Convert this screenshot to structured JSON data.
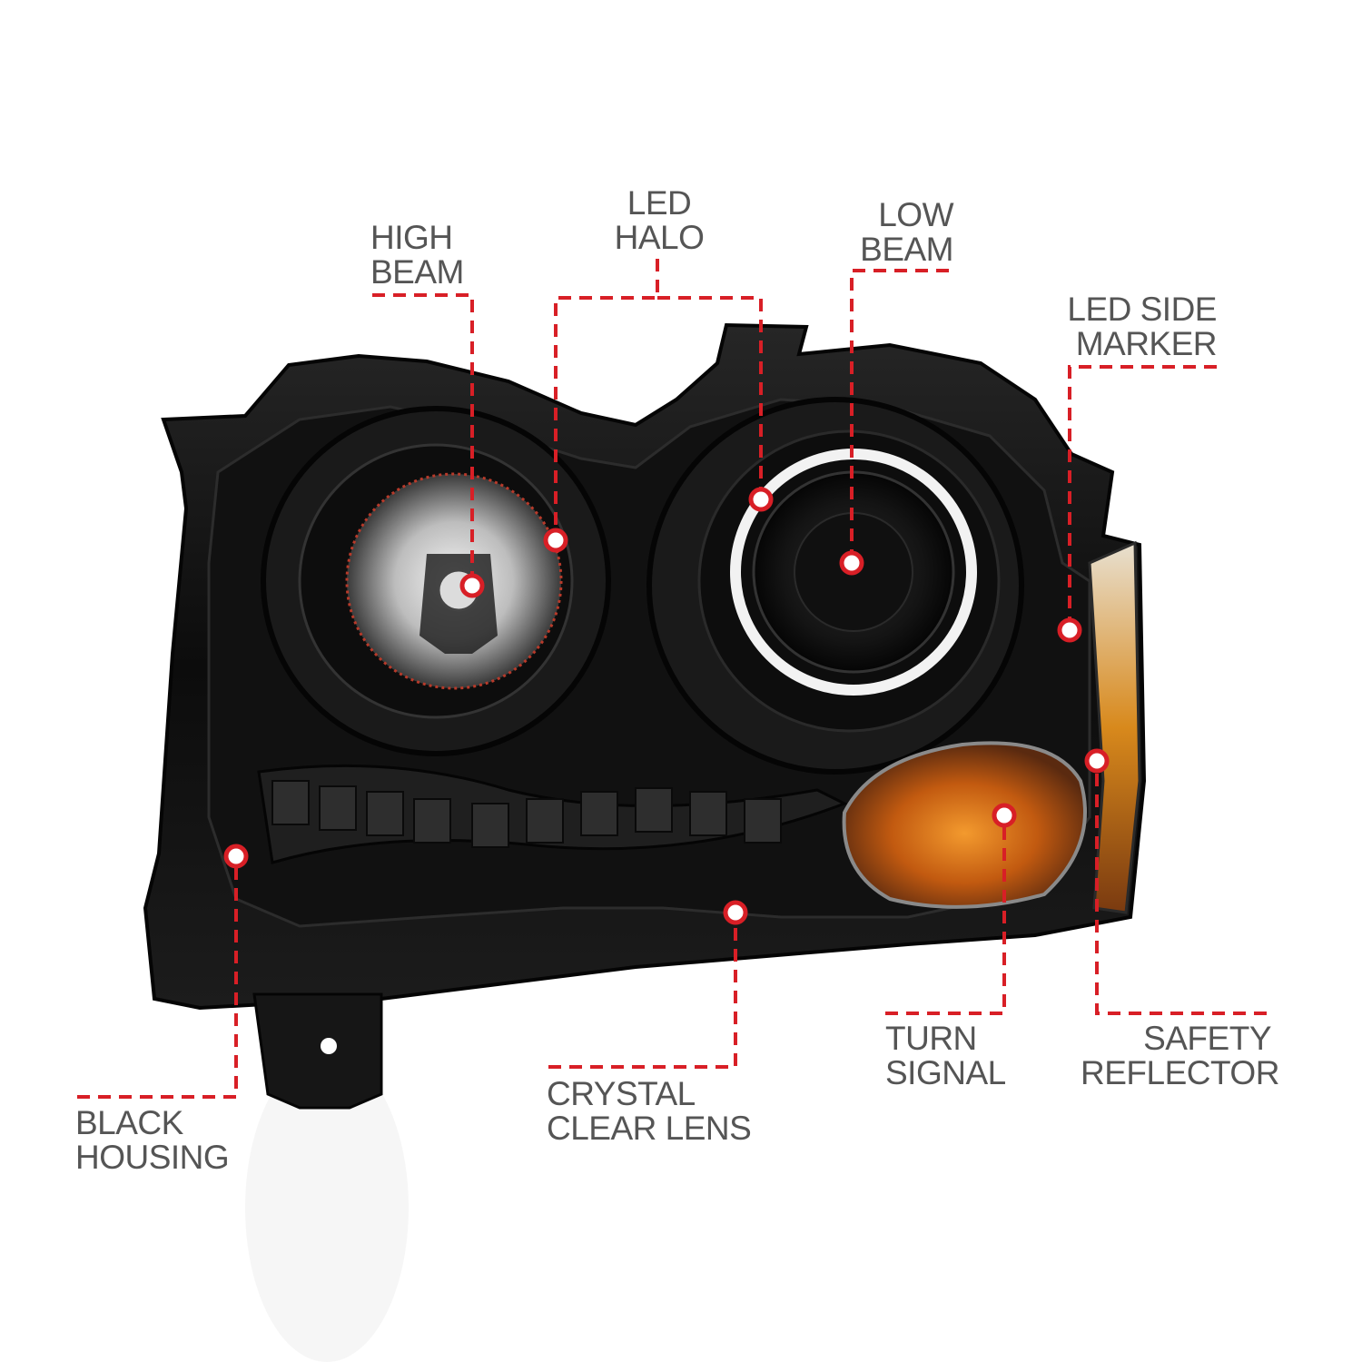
{
  "colors": {
    "callout_line": "#d81f26",
    "label_text": "#555555",
    "housing": "#0d0d0d",
    "turn_signal": "#e07a1a",
    "halo": "#f2f2f2"
  },
  "callouts": [
    {
      "id": "high-beam",
      "lines": [
        "HIGH",
        "BEAM"
      ]
    },
    {
      "id": "led-halo",
      "lines": [
        "LED",
        "HALO"
      ]
    },
    {
      "id": "low-beam",
      "lines": [
        "LOW",
        "BEAM"
      ]
    },
    {
      "id": "led-side-marker",
      "lines": [
        "LED SIDE",
        "MARKER"
      ]
    },
    {
      "id": "black-housing",
      "lines": [
        "BLACK",
        "HOUSING"
      ]
    },
    {
      "id": "crystal-clear-lens",
      "lines": [
        "CRYSTAL",
        "CLEAR LENS"
      ]
    },
    {
      "id": "turn-signal",
      "lines": [
        "TURN",
        "SIGNAL"
      ]
    },
    {
      "id": "safety-reflector",
      "lines": [
        "SAFETY",
        "REFLECTOR"
      ]
    }
  ]
}
